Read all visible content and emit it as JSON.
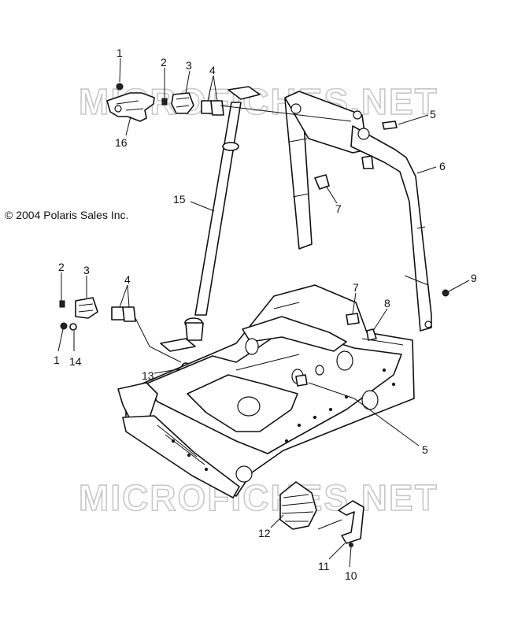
{
  "copyright": "© 2004 Polaris Sales Inc.",
  "watermark": "MICROFICHES.NET",
  "callouts": {
    "c1a": "1",
    "c2a": "2",
    "c3a": "3",
    "c4a": "4",
    "c5a": "5",
    "c6": "6",
    "c7a": "7",
    "c15": "15",
    "c16": "16",
    "c9": "9",
    "c2b": "2",
    "c3b": "3",
    "c4b": "4",
    "c7b": "7",
    "c8": "8",
    "c1b": "1",
    "c14": "14",
    "c13": "13",
    "c5b": "5",
    "c12": "12",
    "c11": "11",
    "c10": "10"
  }
}
